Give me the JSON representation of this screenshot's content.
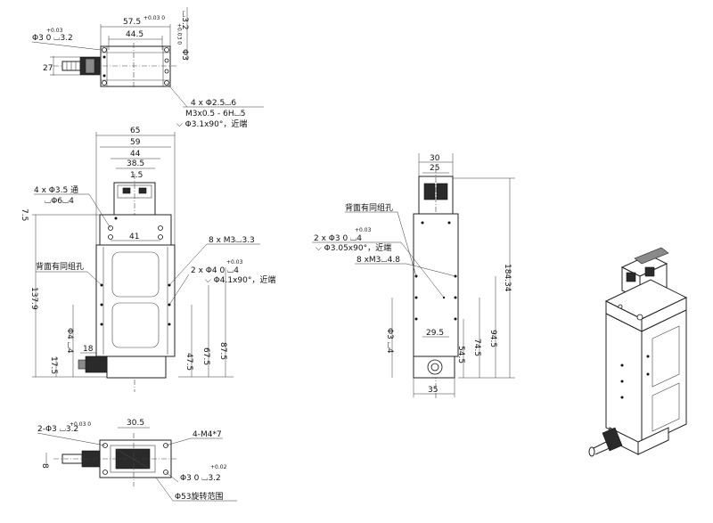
{
  "top_view": {
    "dims": {
      "w_57_5": "57.5",
      "w_44_5": "44.5",
      "h_27": "27",
      "tol_top": "+0.03",
      "tol_zero": "0",
      "phi3_left": "Φ3   0   ⌴3.2",
      "phi3_vert": "Φ3",
      "depth_vert": "⌴3.2",
      "tol_vert": "+0.03  0",
      "tol_57": "+0.03  0"
    },
    "note_line1": "4 x Φ2.5⌴6",
    "note_line2": "M3x0.5 - 6H⌴5",
    "note_line3": "⌵ Φ3.1x90°，近端"
  },
  "front_view": {
    "dims": {
      "w_65": "65",
      "w_59": "59",
      "w_44": "44",
      "w_38_5": "38.5",
      "w_1_5": "1.5",
      "w_41": "41",
      "h_7_5": "7.5",
      "h_137_9": "137.9",
      "h_17_5": "17.5",
      "w_18": "18",
      "h_47_5": "47.5",
      "h_67_5": "67.5",
      "h_87_5": "87.5",
      "phi4_vert": "Φ4  ⌴4",
      "tol_small": "+0.03  0"
    },
    "note_holes_1": "4 x Φ3.5 通",
    "note_holes_2": "⌴Φ6⌴4",
    "note_m3": "8 x M3⌴3.3",
    "note_back": "背面有同组孔",
    "note_phi4_tol": "+0.03",
    "note_phi4_1": "2 x Φ4   0   ⌴4",
    "note_phi4_2": "⌵ Φ4.1x90°，近端"
  },
  "side_view": {
    "dims": {
      "w_30": "30",
      "w_25": "25",
      "h_184_34": "184.34",
      "w_29_5": "29.5",
      "h_54_5": "54.5",
      "h_74_5": "74.5",
      "h_94_5": "94.5",
      "w_35": "35",
      "phi3_vert": "Φ3  ⌴4",
      "tol_small": "+0.03  0"
    },
    "note_back": "背面有同组孔",
    "note_phi3_tol": "+0.03",
    "note_phi3_1": "2 x Φ3   0   ⌴4",
    "note_phi3_2": "⌵ Φ3.05x90°，近端",
    "note_m3": "8 xM3⌴4.8"
  },
  "bottom_view": {
    "dims": {
      "w_30_5": "30.5",
      "h_8": "8",
      "phi3_left": "2-Φ3   ⌴3.2",
      "tol_left": "+0.03  0",
      "tol_right": "+0.02",
      "phi3_right": "Φ3   0   ⌴3.2"
    },
    "note_m4": "4-M4*7",
    "note_rotation": "Φ53旋转范围"
  }
}
